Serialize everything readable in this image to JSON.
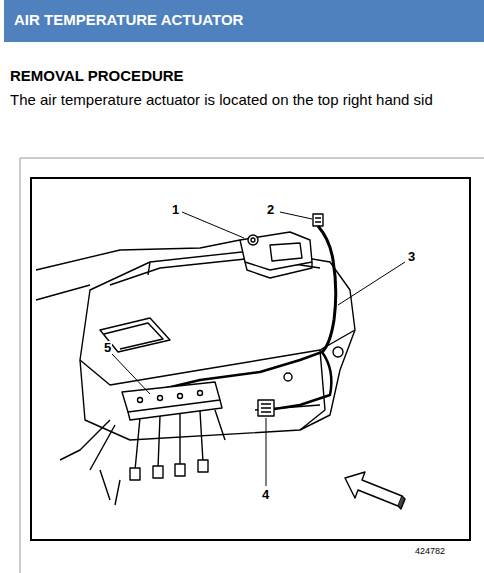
{
  "diagram": {
    "title": "AIR TEMPERATURE ACTUATOR",
    "labels": [
      "REMOVAL PROCEDURE",
      "The air temperature actuator is located on the top right hand sid",
      "1",
      "2",
      "3",
      "4",
      "5",
      "424782"
    ]
  }
}
